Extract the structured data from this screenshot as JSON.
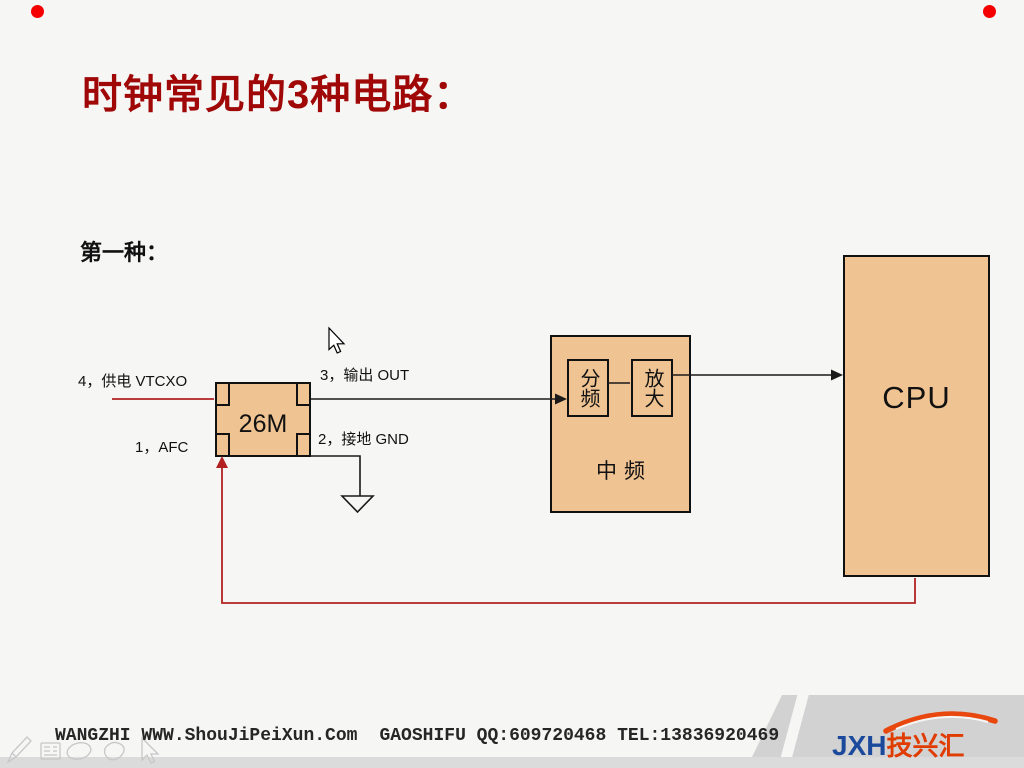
{
  "slide": {
    "title": "时钟常见的3种电路：",
    "section_label": "第一种："
  },
  "diagram": {
    "crystal": {
      "label": "26M",
      "pin4_label": "4，供电 VTCXO",
      "pin3_label": "3，输出 OUT",
      "pin1_label": "1，AFC",
      "pin2_label": "2，接地 GND"
    },
    "if_block": {
      "title": "中频",
      "divider_label": "分频",
      "amplifier_label": "放大"
    },
    "cpu_label": "CPU",
    "symbols": {
      "ground": "ground-symbol",
      "arrows": "black signal arrows into divider and CPU, red AFC feedback arrow from CPU bottom into crystal"
    },
    "colors": {
      "block_fill": "#F0C393",
      "wire_black": "#1A1A1A",
      "wire_red": "#B22222",
      "title_red": "#A00808"
    }
  },
  "footer": {
    "website": "WANGZHI WWW.ShouJiPeiXun.Com",
    "contact": "GAOSHIFU QQ:609720468 TEL:13836920469",
    "logo": {
      "latin": "JXH",
      "chinese": "技兴汇",
      "blue": "#1B4A9C",
      "red": "#E03C00",
      "swoosh": "#E8470E"
    }
  },
  "annotation_tools": [
    "pen-icon",
    "notepad-icon",
    "ellipse-icon",
    "lasso-icon",
    "cursor-icon"
  ]
}
